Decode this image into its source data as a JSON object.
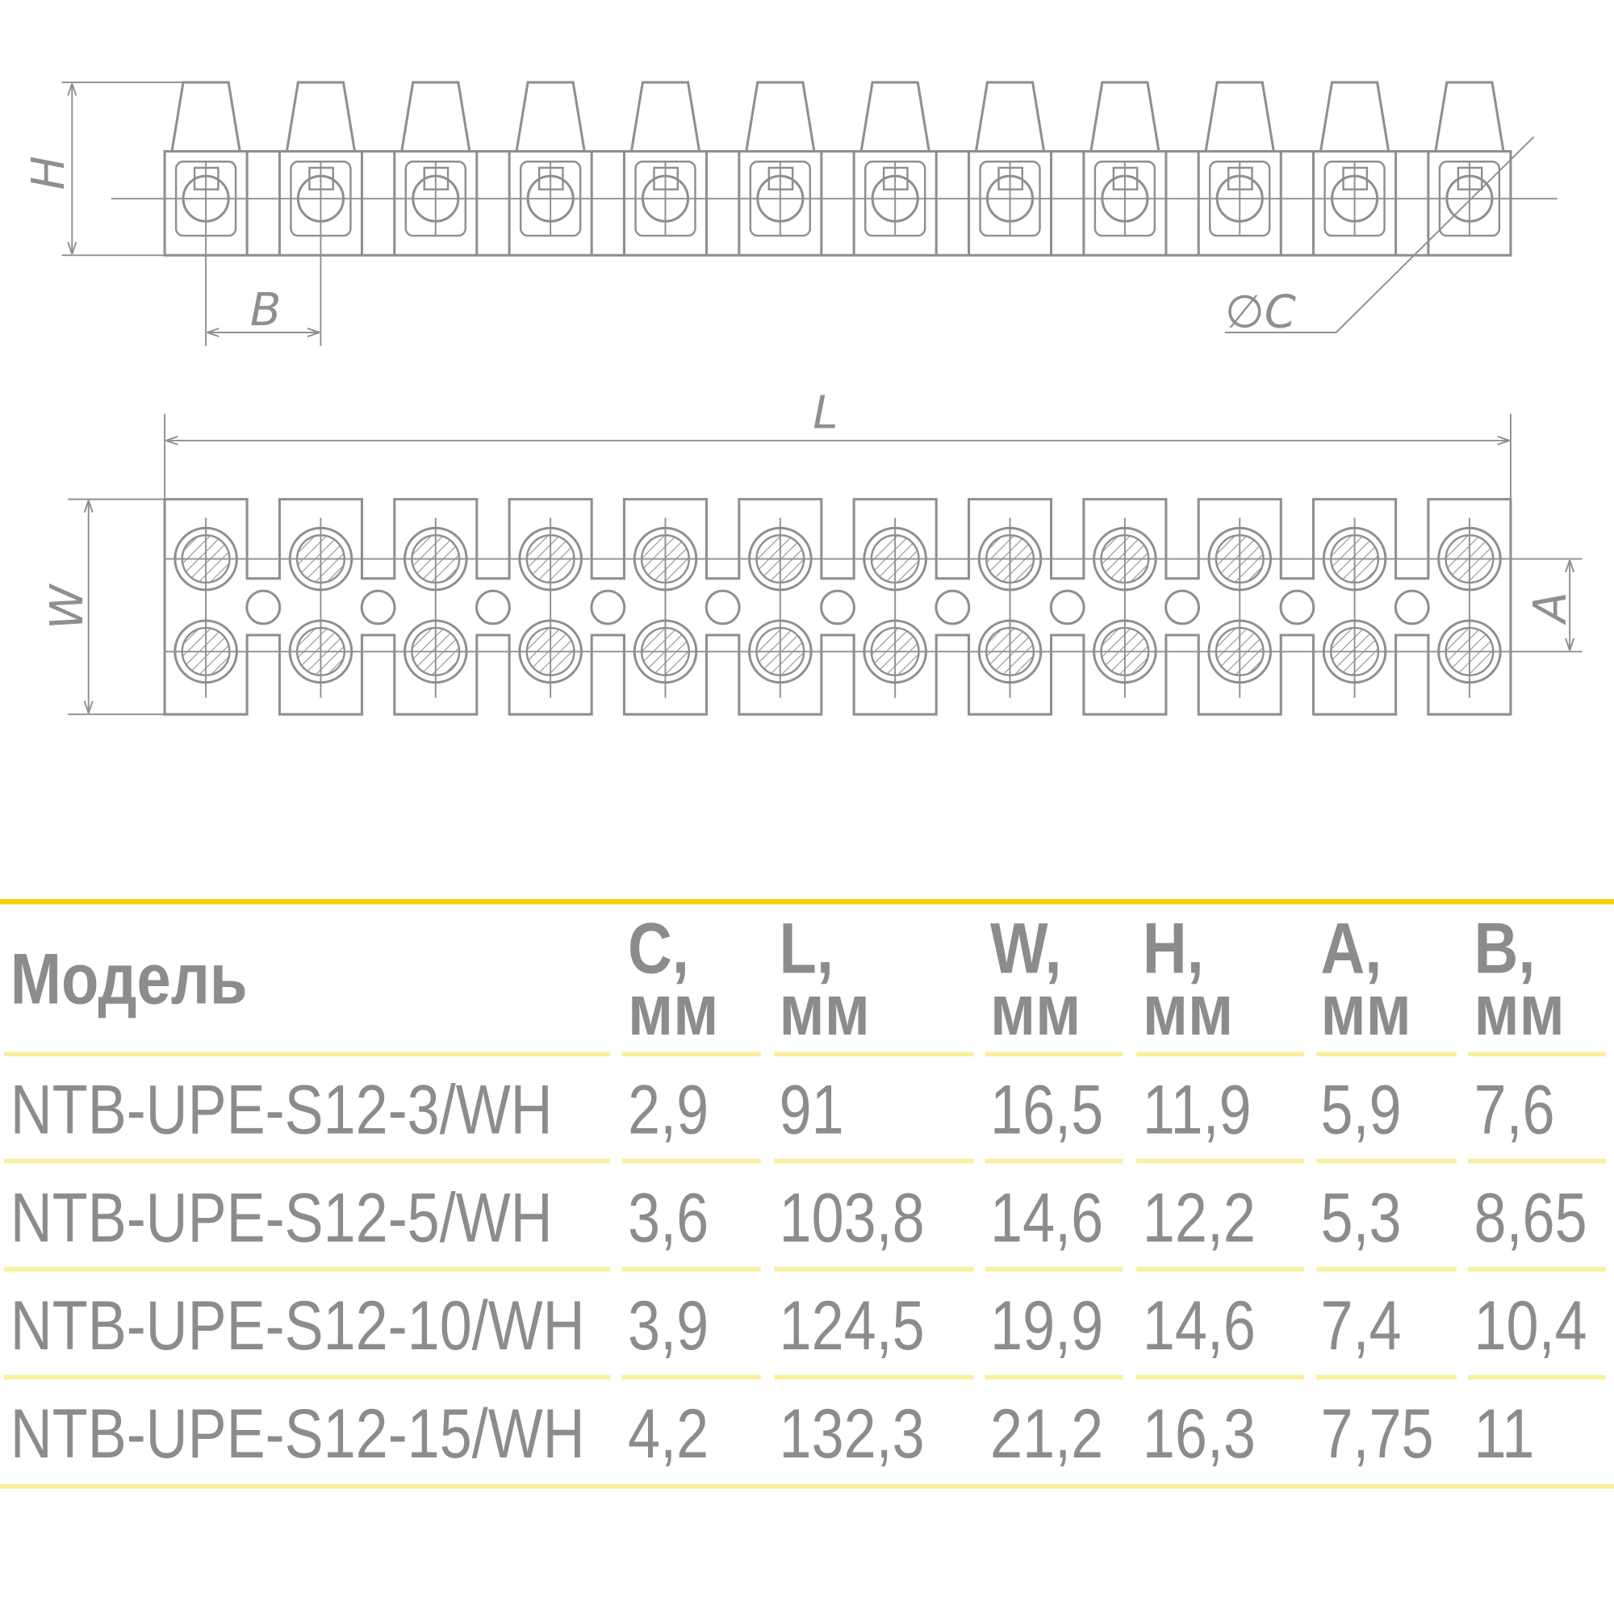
{
  "drawing": {
    "side_view": {
      "height_label": "H",
      "pitch_label": "B",
      "diameter_label": "∅C"
    },
    "top_view": {
      "length_label": "L",
      "width_label": "W",
      "screw_spacing_label": "A"
    }
  },
  "table": {
    "header": {
      "model": "Модель",
      "columns": [
        {
          "name": "C,",
          "unit": "мм"
        },
        {
          "name": "L,",
          "unit": "мм"
        },
        {
          "name": "W,",
          "unit": "мм"
        },
        {
          "name": "H,",
          "unit": "мм"
        },
        {
          "name": "A,",
          "unit": "мм"
        },
        {
          "name": "B,",
          "unit": "мм"
        }
      ]
    },
    "rows": [
      {
        "model": "NTB-UPE-S12-3/WH",
        "values": [
          "2,9",
          "91",
          "16,5",
          "11,9",
          "5,9",
          "7,6"
        ]
      },
      {
        "model": "NTB-UPE-S12-5/WH",
        "values": [
          "3,6",
          "103,8",
          "14,6",
          "12,2",
          "5,3",
          "8,65"
        ]
      },
      {
        "model": "NTB-UPE-S12-10/WH",
        "values": [
          "3,9",
          "124,5",
          "19,9",
          "14,6",
          "7,4",
          "10,4"
        ]
      },
      {
        "model": "NTB-UPE-S12-15/WH",
        "values": [
          "4,2",
          "132,3",
          "21,2",
          "16,3",
          "7,75",
          "11"
        ]
      }
    ]
  },
  "colors": {
    "drawing_lines": "#8d8f91",
    "text": "#8a8c8e",
    "top_rule": "#f6d000",
    "row_rules": "#f9efa0"
  }
}
